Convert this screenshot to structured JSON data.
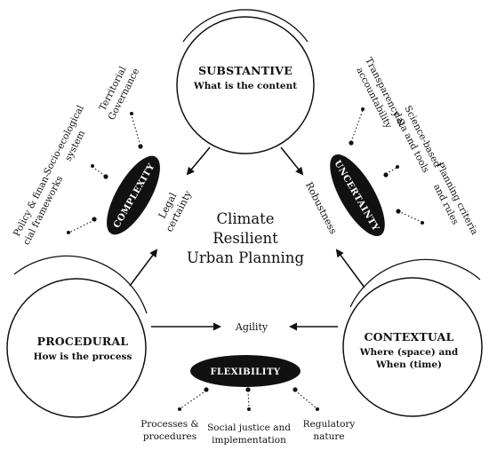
{
  "circles": {
    "substantive": {
      "title": "SUBSTANTIVE",
      "subtitle": "What is the content"
    },
    "procedural": {
      "title": "PROCEDURAL",
      "subtitle": "How is the process"
    },
    "contextual": {
      "title": "CONTEXTUAL",
      "subtitle_line1": "Where (space) and",
      "subtitle_line2": "When (time)"
    }
  },
  "center": {
    "line1": "Climate",
    "line2": "Resilient",
    "line3": "Urban Planning"
  },
  "outcomes": {
    "legal_certainty_line1": "Legal",
    "legal_certainty_line2": "certainty",
    "robustness": "Robustness",
    "agility": "Agility"
  },
  "ovals": {
    "complexity": "COMPLEXITY",
    "uncertainty": "UNCERTAINTY",
    "flexibility": "FLEXIBILITY"
  },
  "complexity_items": {
    "territorial_line1": "Territorial",
    "territorial_line2": "Governance",
    "socio_line1": "Socio-ecological",
    "socio_line2": "system",
    "policy_line1": "Policy & finan-",
    "policy_line2": "cial frameworks"
  },
  "uncertainty_items": {
    "transparency_line1": "Transparency &",
    "transparency_line2": "accountability",
    "science_line1": "Science-based",
    "science_line2": "data and tools",
    "planning_line1": "Planning criteria",
    "planning_line2": "and rules"
  },
  "flexibility_items": {
    "processes_line1": "Processes &",
    "processes_line2": "procedures",
    "social_line1": "Social justice and",
    "social_line2": "implementation",
    "regulatory_line1": "Regulatory",
    "regulatory_line2": "nature"
  }
}
